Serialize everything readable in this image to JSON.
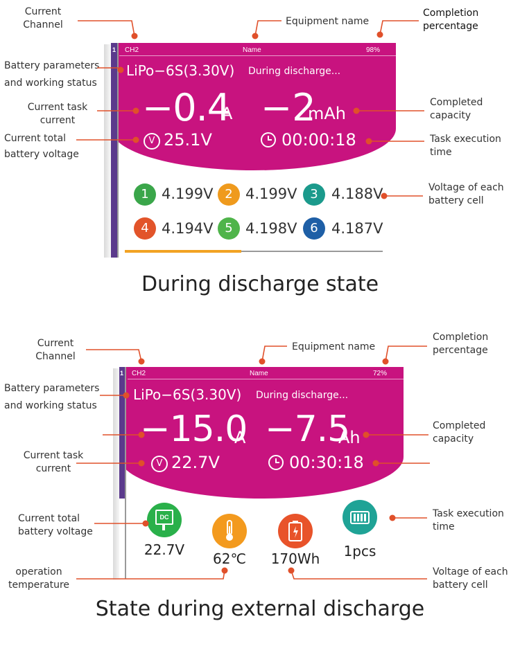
{
  "top": {
    "annotations": {
      "current_channel": "Current\nChannel",
      "equipment_name": "Equipment name",
      "completion_percentage": "Completion\npercentage",
      "battery_params": "Battery parameters\nand working status",
      "current_task_current": "Current task\ncurrent",
      "completed_capacity": "Completed\ncapacity",
      "total_voltage": "Current total\nbattery voltage",
      "task_time": "Task execution\ntime",
      "cell_voltage": "Voltage of each\nbattery cell"
    },
    "screen": {
      "sidebar_num": "1",
      "channel": "CH2",
      "name": "Name",
      "percent": "98%",
      "battery": "LiPo−6S(3.30V)",
      "status": "During discharge...",
      "current_value": "−0.4",
      "current_unit": "A",
      "capacity_value": "−2",
      "capacity_unit": "mAh",
      "voltage_icon": "V",
      "voltage": "25.1V",
      "time": "00:00:18",
      "cells": [
        {
          "num": "1",
          "voltage": "4.199V",
          "color": "#3aa64a"
        },
        {
          "num": "2",
          "voltage": "4.199V",
          "color": "#ef9a1d"
        },
        {
          "num": "3",
          "voltage": "4.188V",
          "color": "#1b9a8c"
        },
        {
          "num": "4",
          "voltage": "4.194V",
          "color": "#e2542a"
        },
        {
          "num": "5",
          "voltage": "4.198V",
          "color": "#4fb44a"
        },
        {
          "num": "6",
          "voltage": "4.187V",
          "color": "#1e5fa6"
        }
      ]
    },
    "caption": "During discharge state"
  },
  "bottom": {
    "annotations": {
      "current_channel": "Current\nChannel",
      "equipment_name": "Equipment name",
      "completion_percentage": "Completion\npercentage",
      "battery_params": "Battery parameters\nand working status",
      "completed_capacity": "Completed\ncapacity",
      "current_task_current": "Current task\ncurrent",
      "total_voltage": "Current total\nbattery voltage",
      "task_time": "Task execution\ntime",
      "operation_temperature": "operation\ntemperature",
      "cell_voltage": "Voltage of each\nbattery cell"
    },
    "screen": {
      "sidebar_num": "1",
      "channel": "CH2",
      "name": "Name",
      "percent": "72%",
      "battery": "LiPo−6S(3.30V)",
      "status": "During discharge...",
      "current_value": "−15.0",
      "current_unit": "A",
      "capacity_value": "−7.5",
      "capacity_unit": "Ah",
      "voltage_icon": "V",
      "voltage": "22.7V",
      "time": "00:30:18",
      "dc_label": "DC",
      "icons": [
        {
          "name": "dc-power",
          "value": "22.7V",
          "color": "#2ab04a"
        },
        {
          "name": "thermometer",
          "value": "62℃",
          "color": "#f39a1e"
        },
        {
          "name": "battery",
          "value": "170Wh",
          "color": "#e8532a"
        },
        {
          "name": "battery-pack",
          "value": "1pcs",
          "color": "#1fa396"
        }
      ]
    },
    "caption": "State during external discharge"
  },
  "colors": {
    "magenta": "#c8137f",
    "sidebar": "#5b3a8c",
    "callout": "#e0502a",
    "progress": "#f2a324"
  }
}
